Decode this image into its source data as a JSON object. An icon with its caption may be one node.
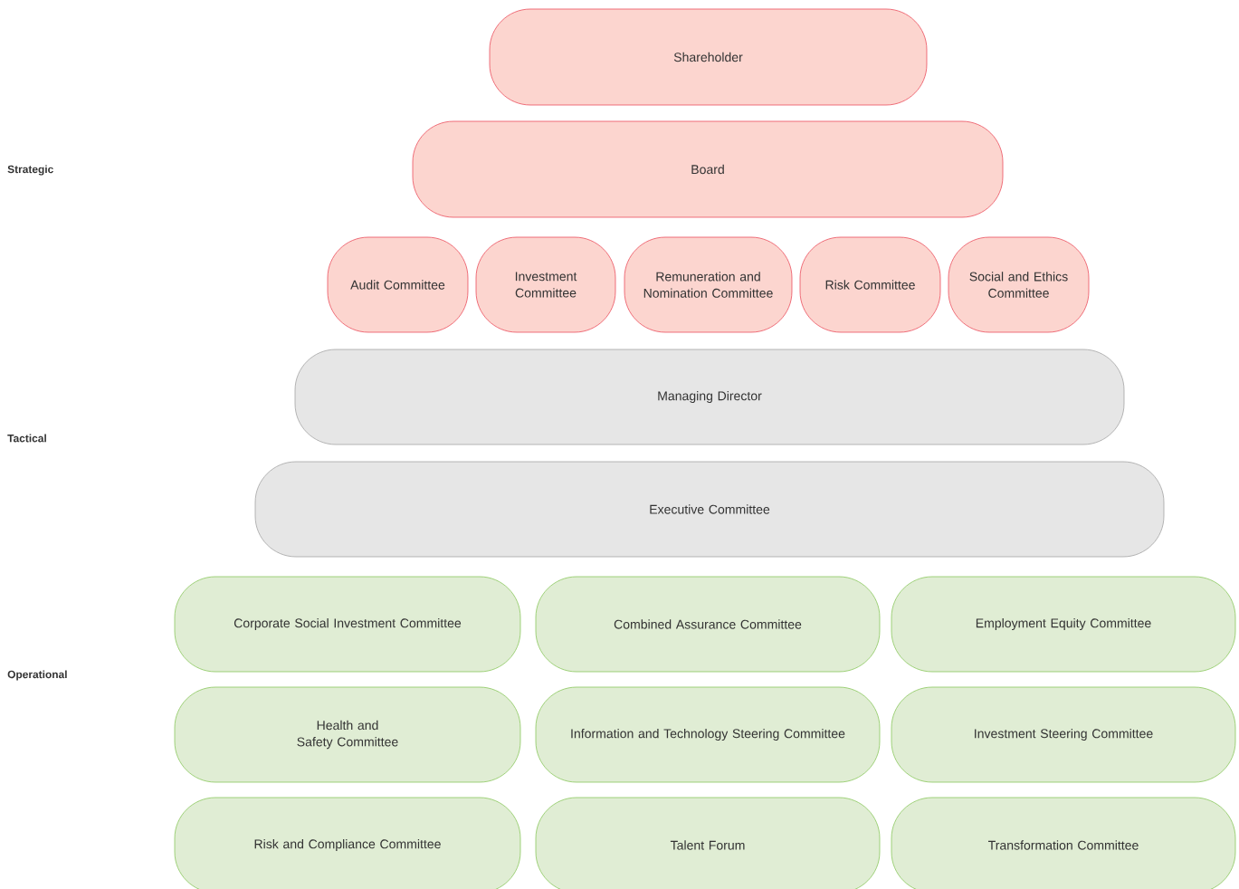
{
  "diagram": {
    "nodes": [
      {
        "text": [
          "Shareholder"
        ]
      },
      {
        "text": [
          "Board"
        ]
      },
      {
        "text": [
          "Audit Committee"
        ]
      },
      {
        "text": [
          "Investment Committee"
        ]
      },
      {
        "text": [
          "Remuneration and Nomination Committee"
        ]
      },
      {
        "text": [
          "Risk Committee"
        ]
      },
      {
        "text": [
          "Social and Ethics Committee"
        ]
      },
      {
        "text": [
          "Managing Director"
        ]
      },
      {
        "text": [
          "Executive Committee"
        ]
      },
      {
        "text": [
          "Corporate Social Investment Committee"
        ]
      },
      {
        "text": [
          "Combined Assurance Committee"
        ]
      },
      {
        "text": [
          "Employment Equity Committee"
        ]
      },
      {
        "text": [
          "Health and Safety Committee"
        ]
      },
      {
        "text": [
          "Information and Technology Steering Committee"
        ]
      },
      {
        "text": [
          "Investment Steering Committee"
        ]
      },
      {
        "text": [
          "Risk and Compliance Committee"
        ]
      },
      {
        "text": [
          "Talent Forum"
        ]
      },
      {
        "text": [
          "Transformation Committee"
        ]
      }
    ],
    "labels": [
      "Strategic",
      "Tactical",
      "Operational"
    ]
  }
}
